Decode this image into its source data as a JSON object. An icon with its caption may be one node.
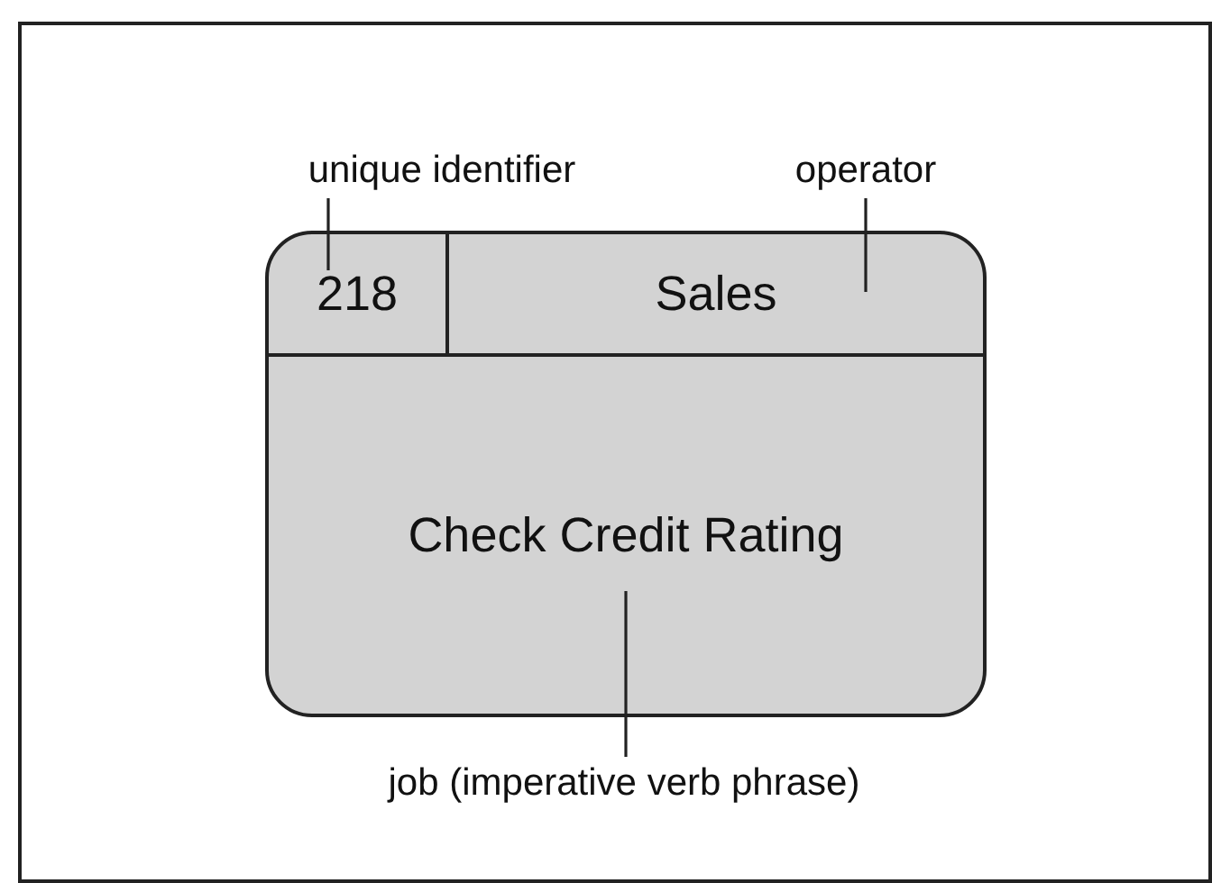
{
  "diagram": {
    "nodes": [
      {
        "text": [],
        "shape": "box"
      },
      {
        "text": [
          "218"
        ],
        "in": 0
      },
      {
        "text": [
          "Sales"
        ],
        "in": 0
      },
      {
        "text": [
          "Check Credit Rating"
        ],
        "in": 0
      },
      {
        "text": [
          "unique identifier"
        ]
      },
      {
        "text": [
          "operator"
        ]
      },
      {
        "text": [
          "job (imperative verb phrase)"
        ]
      }
    ],
    "edges": [
      {
        "from": 4,
        "to": 1,
        "arrow": "none"
      },
      {
        "from": 5,
        "to": 2,
        "arrow": "none"
      },
      {
        "from": 6,
        "to": 3,
        "arrow": "none"
      }
    ]
  }
}
